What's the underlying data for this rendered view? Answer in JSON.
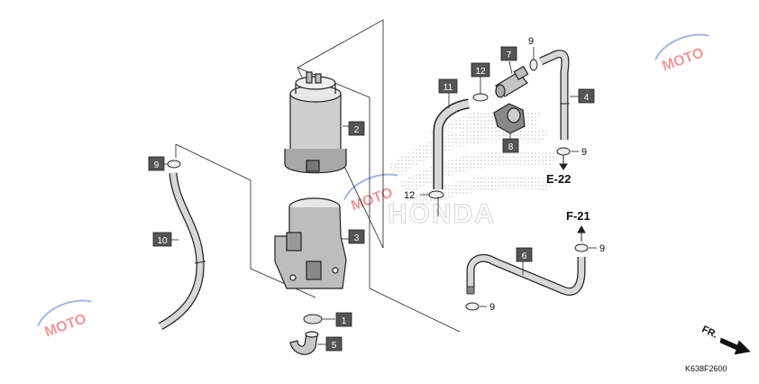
{
  "callouts": {
    "c1": "1",
    "c2": "2",
    "c3": "3",
    "c4": "4",
    "c5": "5",
    "c6": "6",
    "c7": "7",
    "c8": "8",
    "c10": "10",
    "c11": "11",
    "c12a": "12"
  },
  "plain": {
    "p9a": "9",
    "p9b": "9",
    "p9c": "9",
    "p9d": "9",
    "p12b": "12",
    "p9left": "9"
  },
  "refs": {
    "e22": "E-22",
    "f21": "F-21"
  },
  "direction_label": "FR.",
  "diagram_code": "K638F2600",
  "watermark_text": "MOTO",
  "colors": {
    "callout_bg": "#555555",
    "callout_fg": "#ffffff",
    "line": "#222222",
    "wm_red": "#d9474f",
    "wm_blue": "#5a7fc0"
  }
}
